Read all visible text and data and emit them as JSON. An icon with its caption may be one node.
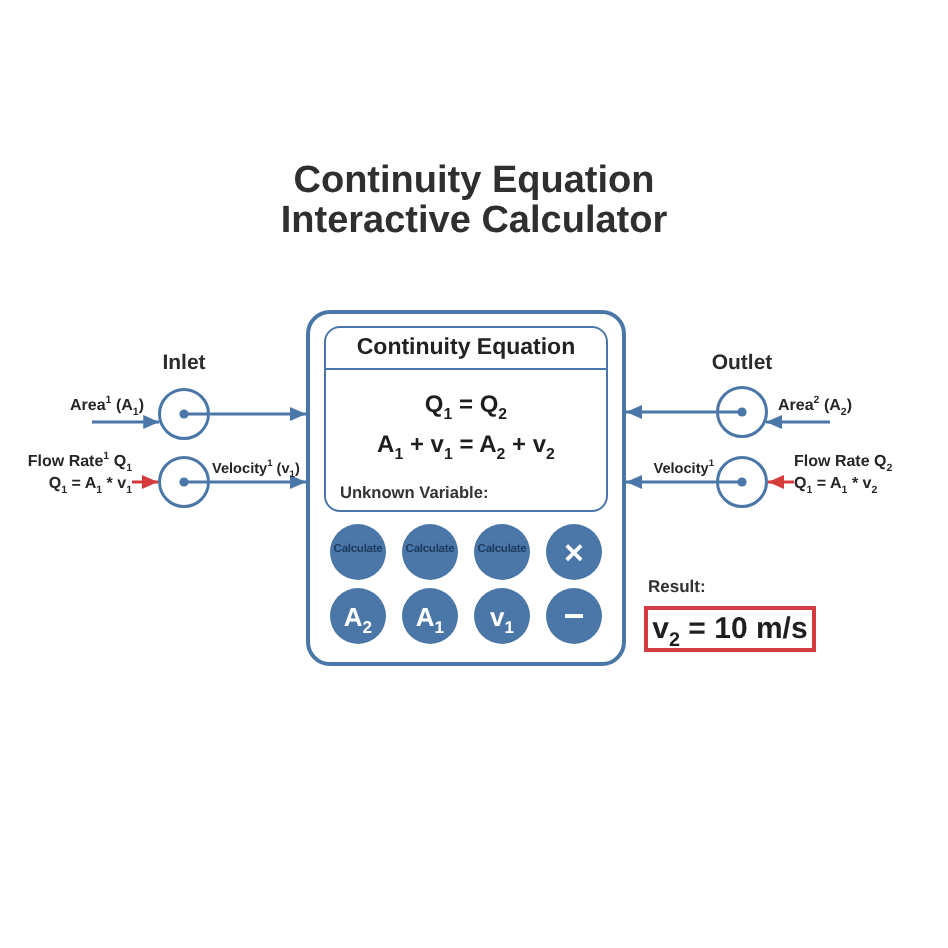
{
  "diagram": {
    "title": "Continuity Equation Interactive Calculator",
    "nodes": [
      {
        "text": [
          "Area$^{1}$ (A$_{1}$)"
        ]
      },
      {
        "text": [],
        "shape": "circle"
      },
      {
        "text": [
          "Flow Rate$^{1}$ Q$_{1}$",
          "Q$_{1}$ = A$_{1}$ * v$_{1}$"
        ]
      },
      {
        "text": [],
        "shape": "circle"
      },
      {
        "text": [],
        "shape": "box"
      },
      {
        "text": [
          "Continuity Equation",
          "Q$_{1}$ = Q$_{2}$",
          "A$_{1}$ + v$_{1}$ = A$_{2}$ + v$_{2}$",
          "Unknown Variable:"
        ],
        "in": 4
      },
      {
        "text": [
          "Calculate"
        ],
        "in": 4
      },
      {
        "text": [
          "Calculate"
        ],
        "in": 4
      },
      {
        "text": [
          "Calculate"
        ],
        "in": 4
      },
      {
        "text": [
          "×"
        ],
        "in": 4
      },
      {
        "text": [
          "A$_{2}$"
        ],
        "in": 4
      },
      {
        "text": [
          "A$_{1}$"
        ],
        "in": 4
      },
      {
        "text": [
          "v$_{1}$"
        ],
        "in": 4
      },
      {
        "text": [
          "−"
        ],
        "in": 4
      },
      {
        "text": [],
        "shape": "circle"
      },
      {
        "text": [
          "Area$^{2}$ (A$_{2}$)"
        ]
      },
      {
        "text": [],
        "shape": "circle"
      },
      {
        "text": [
          "Flow Rate Q$_{2}$",
          "Q$_{1}$ = A$_{1}$ * v$_{2}$"
        ]
      },
      {
        "text": [
          "v$_{2}$ = 10 m/s"
        ],
        "beside": [
          "Result:"
        ]
      }
    ],
    "edges": [
      {
        "from": 0,
        "to": 1,
        "arrow": "to"
      },
      {
        "from": 1,
        "to": 4,
        "arrow": "to"
      },
      {
        "from": 2,
        "to": 3,
        "arrow": "to",
        "color": "#d63b3b"
      },
      {
        "from": 3,
        "to": 4,
        "arrow": "to",
        "label": "Velocity$^{1}$ (v$_{1}$)"
      },
      {
        "from": 15,
        "to": 14,
        "arrow": "to"
      },
      {
        "from": 14,
        "to": 4,
        "arrow": "to"
      },
      {
        "from": 17,
        "to": 16,
        "arrow": "to",
        "color": "#d63b3b"
      },
      {
        "from": 16,
        "to": 4,
        "arrow": "to",
        "label": "Velocity$^{1}$"
      }
    ],
    "labels": [
      "Inlet",
      "Outlet"
    ]
  }
}
